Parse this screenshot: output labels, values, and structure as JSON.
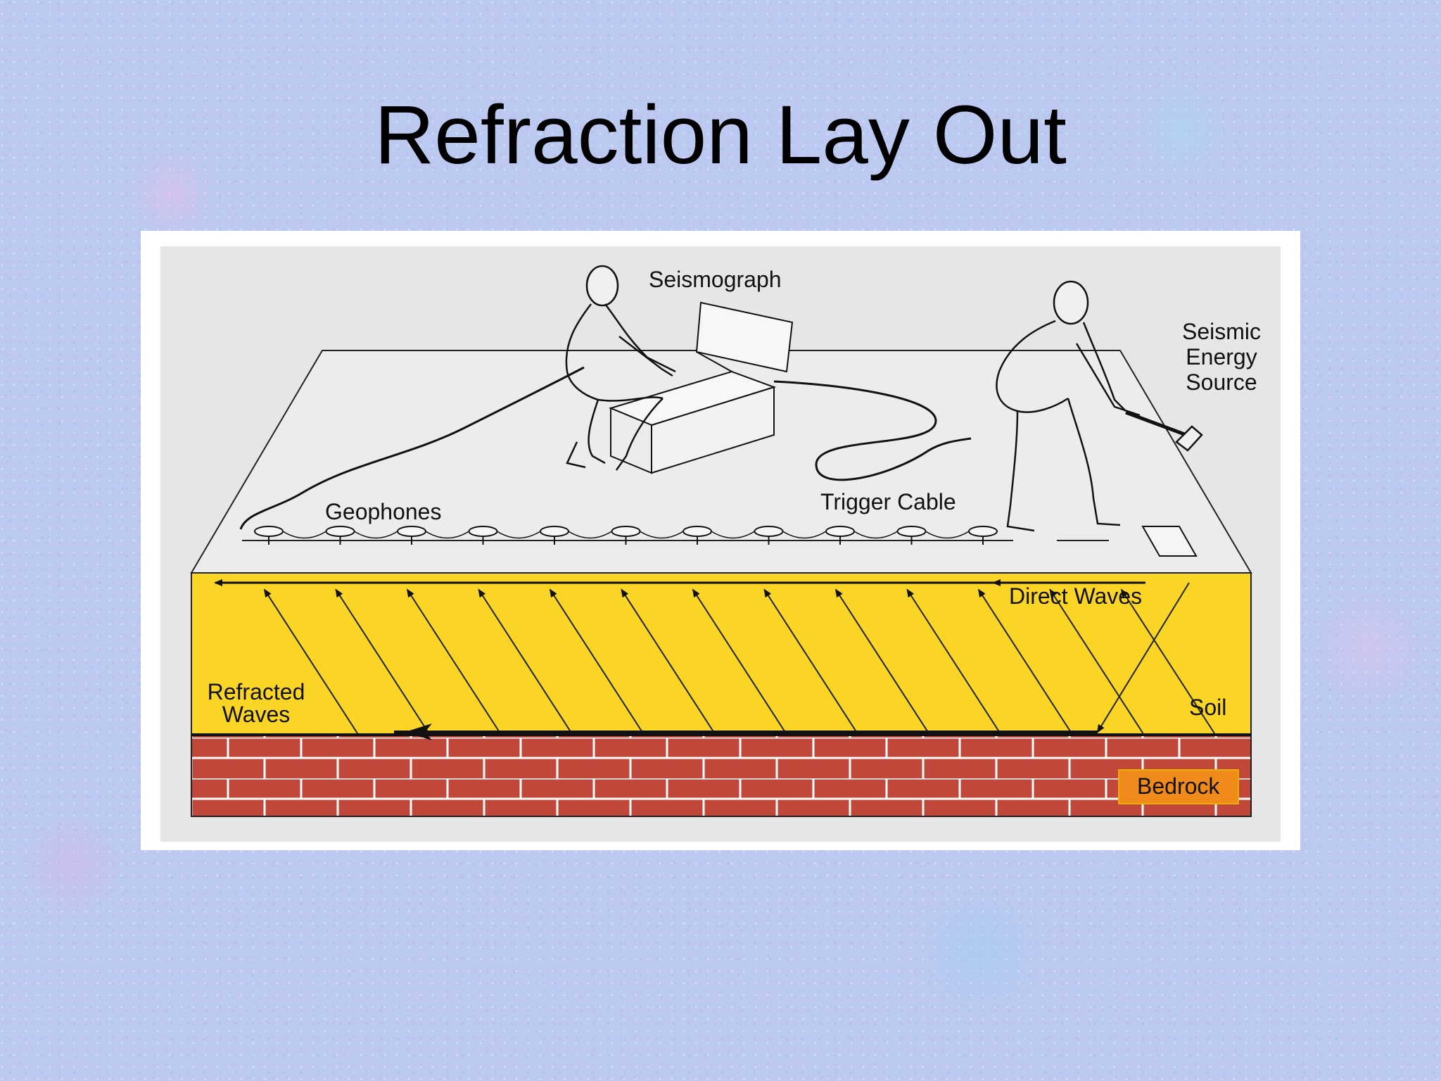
{
  "slide": {
    "title": "Refraction Lay Out"
  },
  "diagram": {
    "labels": {
      "seismograph": "Seismograph",
      "seismic_energy_source": [
        "Seismic",
        "Energy",
        "Source"
      ],
      "geophones": "Geophones",
      "trigger_cable": "Trigger Cable",
      "direct_waves": "Direct Waves",
      "refracted_waves": [
        "Refracted",
        "Waves"
      ],
      "soil": "Soil",
      "bedrock": "Bedrock"
    },
    "geophone_count": 11,
    "refracted_ray_count": 13,
    "colors": {
      "panel": "#e6e6e6",
      "soil": "#fad526",
      "bedrock": "#c0473a",
      "mortar": "#ffffff",
      "bedrock_label_box": "#f08a1a"
    }
  }
}
